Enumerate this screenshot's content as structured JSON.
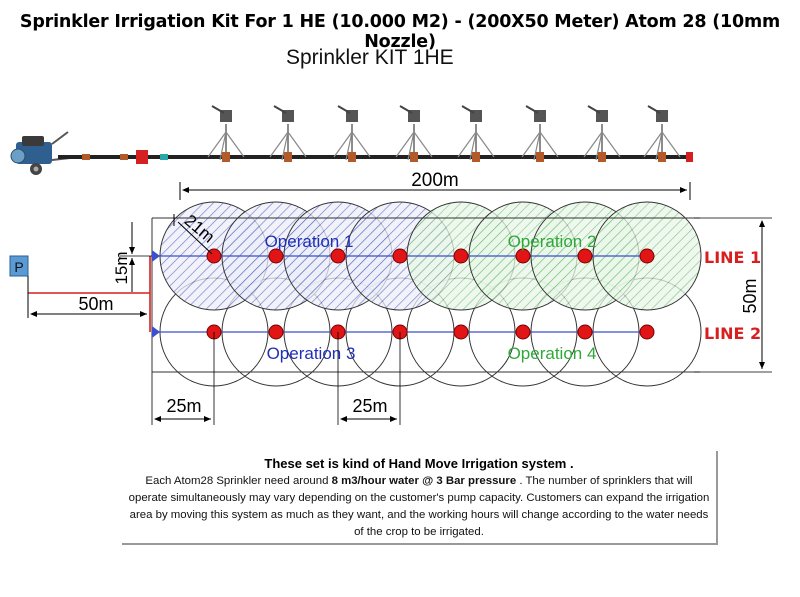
{
  "title": "Sprinkler Irrigation Kit For 1 HE (10.000 M2) - (200X50 Meter) Atom 28 (10mm Nozzle)",
  "subtitle": "Sprinkler KIT 1HE",
  "diagram": {
    "pump_label": "P",
    "dim_total_length": "200m",
    "dim_total_width": "50m",
    "dim_radius": "21m",
    "dim_offset_line1": "15m",
    "dim_pump_distance": "50m",
    "dim_edge_spacing": "25m",
    "dim_sprinkler_spacing": "25m",
    "line1_label": "LINE 1",
    "line2_label": "LINE 2",
    "operations": [
      {
        "label": "Operation 1",
        "color": "#1f2fb8"
      },
      {
        "label": "Operation 2",
        "color": "#2fa83a"
      },
      {
        "label": "Operation 3",
        "color": "#1f2fb8"
      },
      {
        "label": "Operation 4",
        "color": "#2fa83a"
      }
    ],
    "line_color": "#d81e1e",
    "sprinkler_color": "#e11515"
  },
  "info": {
    "heading": "These set is kind of Hand Move Irrigation system .",
    "body_pre": "Each Atom28 Sprinkler need around ",
    "body_bold": "8 m3/hour water @ 3 Bar pressure",
    "body_post": " . The number of sprinklers that will operate simultaneously may vary depending on the customer's pump capacity. Customers can expand the irrigation area by moving this system as much as they want, and the working hours will change according to the water needs of the crop to be irrigated."
  }
}
